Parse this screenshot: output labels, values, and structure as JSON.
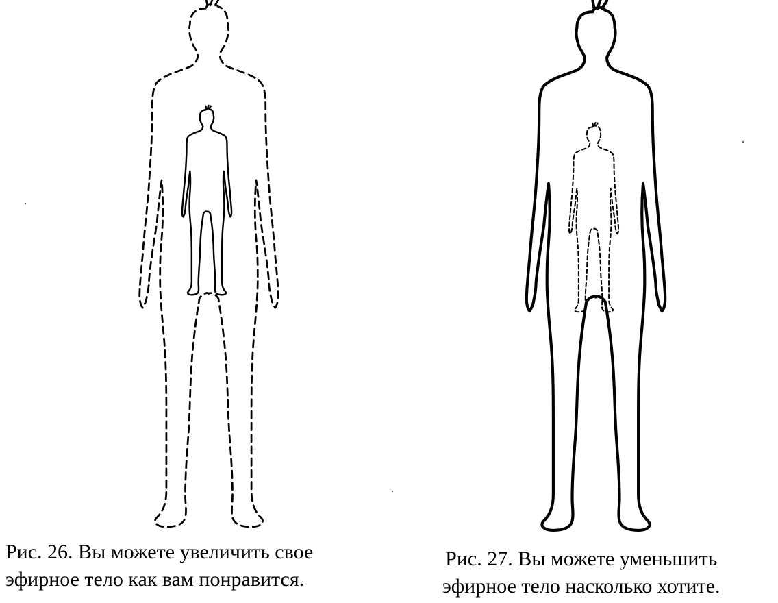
{
  "figures": [
    {
      "caption_line1": "Рис. 26. Вы можете увеличить свое",
      "caption_line2": "эфирное тело как вам понравится."
    },
    {
      "caption_line1": "Рис. 27. Вы можете уменьшить",
      "caption_line2": "эфирное тело насколько хотите."
    }
  ]
}
